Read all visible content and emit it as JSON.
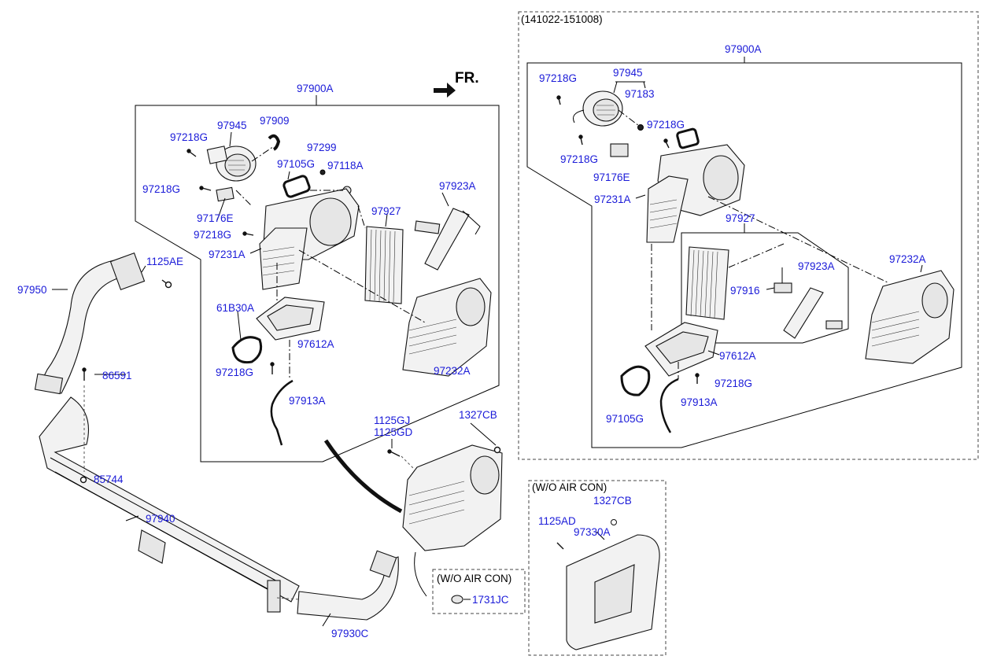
{
  "direction_label": "FR.",
  "variant_left": {
    "assembly": "97900A",
    "parts": {
      "blower_motor": "97945",
      "vent_hose": "97909",
      "screw_top": "97218G",
      "seal_small": "97299",
      "gasket": "97105G",
      "nut": "97118A",
      "screw_mid": "97218G",
      "actuator": "97923A",
      "resistor": "97176E",
      "heater_core": "97927",
      "screw_low": "97218G",
      "case_left": "97231A",
      "seal_ring": "61B30A",
      "drain_pan": "97612A",
      "screw_pan": "97218G",
      "case_right": "97232A",
      "drain_hose": "97913A"
    }
  },
  "variant_right": {
    "date_range": "(141022-151008)",
    "assembly": "97900A",
    "parts": {
      "screw_top": "97218G",
      "blower_motor": "97945",
      "clip": "97183",
      "screw_right": "97218G",
      "screw_left": "97218G",
      "resistor": "97176E",
      "case_left": "97231A",
      "heater_core": "97927",
      "actuator": "97923A",
      "bracket": "97916",
      "case_right": "97232A",
      "drain_pan": "97612A",
      "screw_pan": "97218G",
      "gasket": "97105G",
      "drain_hose": "97913A"
    }
  },
  "duct_system": {
    "rear_duct": "97950",
    "bolt_duct": "1125AE",
    "screw_clip": "86591",
    "grommet": "85744",
    "floor_duct": "97940",
    "front_duct": "97930C",
    "bolt_a": "1125GJ",
    "bolt_b": "1125GD",
    "nut_unit": "1327CB"
  },
  "wo_aircon_small": {
    "title": "(W/O AIR CON)",
    "part": "1731JC"
  },
  "wo_aircon_cover": {
    "title": "(W/O AIR CON)",
    "nut": "1327CB",
    "bolt": "1125AD",
    "cover": "97330A"
  }
}
